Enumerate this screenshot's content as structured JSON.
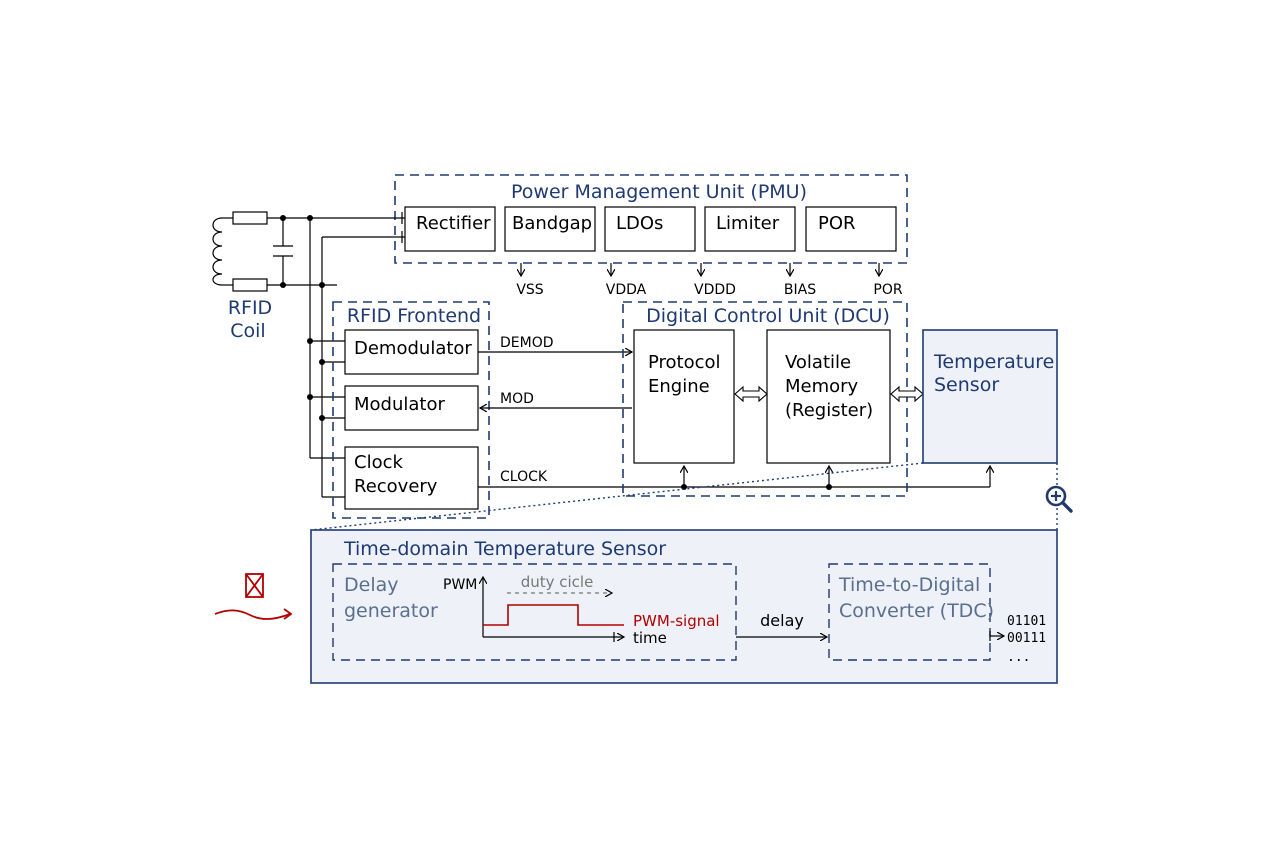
{
  "colors": {
    "navy": "#1f3a73",
    "block_text": "#000000",
    "muted_blue": "#5a6f8e",
    "red": "#b30000",
    "panel_fill": "#eef1f7",
    "dash": "#1f3a73"
  },
  "pmu": {
    "title": "Power Management Unit (PMU)",
    "blocks": [
      "Rectifier",
      "Bandgap",
      "LDOs",
      "Limiter",
      "POR"
    ],
    "outputs": [
      "VSS",
      "VDDA",
      "VDDD",
      "BIAS",
      "POR"
    ]
  },
  "coil": {
    "label_line1": "RFID",
    "label_line2": "Coil"
  },
  "frontend": {
    "title": "RFID Frontend",
    "demodulator": "Demodulator",
    "modulator": "Modulator",
    "clock_line1": "Clock",
    "clock_line2": "Recovery"
  },
  "signals": {
    "demod": "DEMOD",
    "mod": "MOD",
    "clock": "CLOCK"
  },
  "dcu": {
    "title": "Digital Control Unit (DCU)",
    "protocol_line1": "Protocol",
    "protocol_line2": "Engine",
    "memory_line1": "Volatile",
    "memory_line2": "Memory",
    "memory_line3": "(Register)"
  },
  "temp_sensor": {
    "line1": "Temperature",
    "line2": "Sensor"
  },
  "zoom_icon": "magnifier-plus-icon",
  "detail": {
    "title": "Time-domain Temperature Sensor",
    "delay_gen_line1": "Delay",
    "delay_gen_line2": "generator",
    "pwm_axis": "PWM",
    "duty": "duty cicle",
    "pwm_signal": "PWM-signal",
    "time_axis": "time",
    "delay": "delay",
    "tdc_line1": "Time-to-Digital",
    "tdc_line2": "Converter (TDC)",
    "out1": "01101",
    "out2": "00111",
    "out3": "..."
  },
  "side_icons": {
    "top": "crossed-box-icon",
    "bottom": "wave-arrow-icon"
  }
}
